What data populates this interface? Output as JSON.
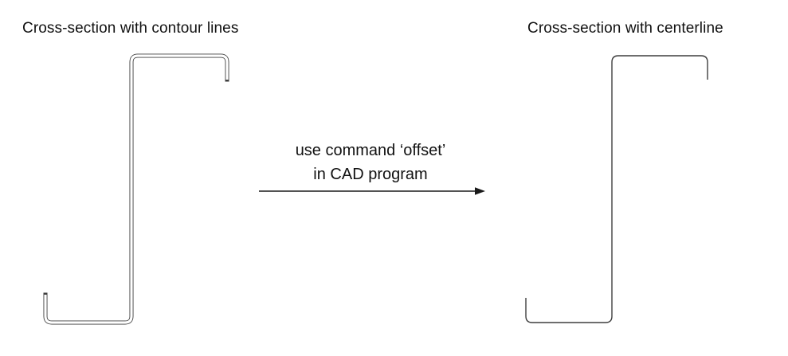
{
  "left_panel": {
    "title": "Cross-section with contour lines"
  },
  "right_panel": {
    "title": "Cross-section with centerline"
  },
  "transformation": {
    "label_line1": "use command ‘offset’",
    "label_line2": "in CAD program"
  },
  "colors": {
    "line_color": "#3f3f3f",
    "text_color": "#111111",
    "arrow_color": "#1a1a1a",
    "background_color": "#ffffff"
  }
}
